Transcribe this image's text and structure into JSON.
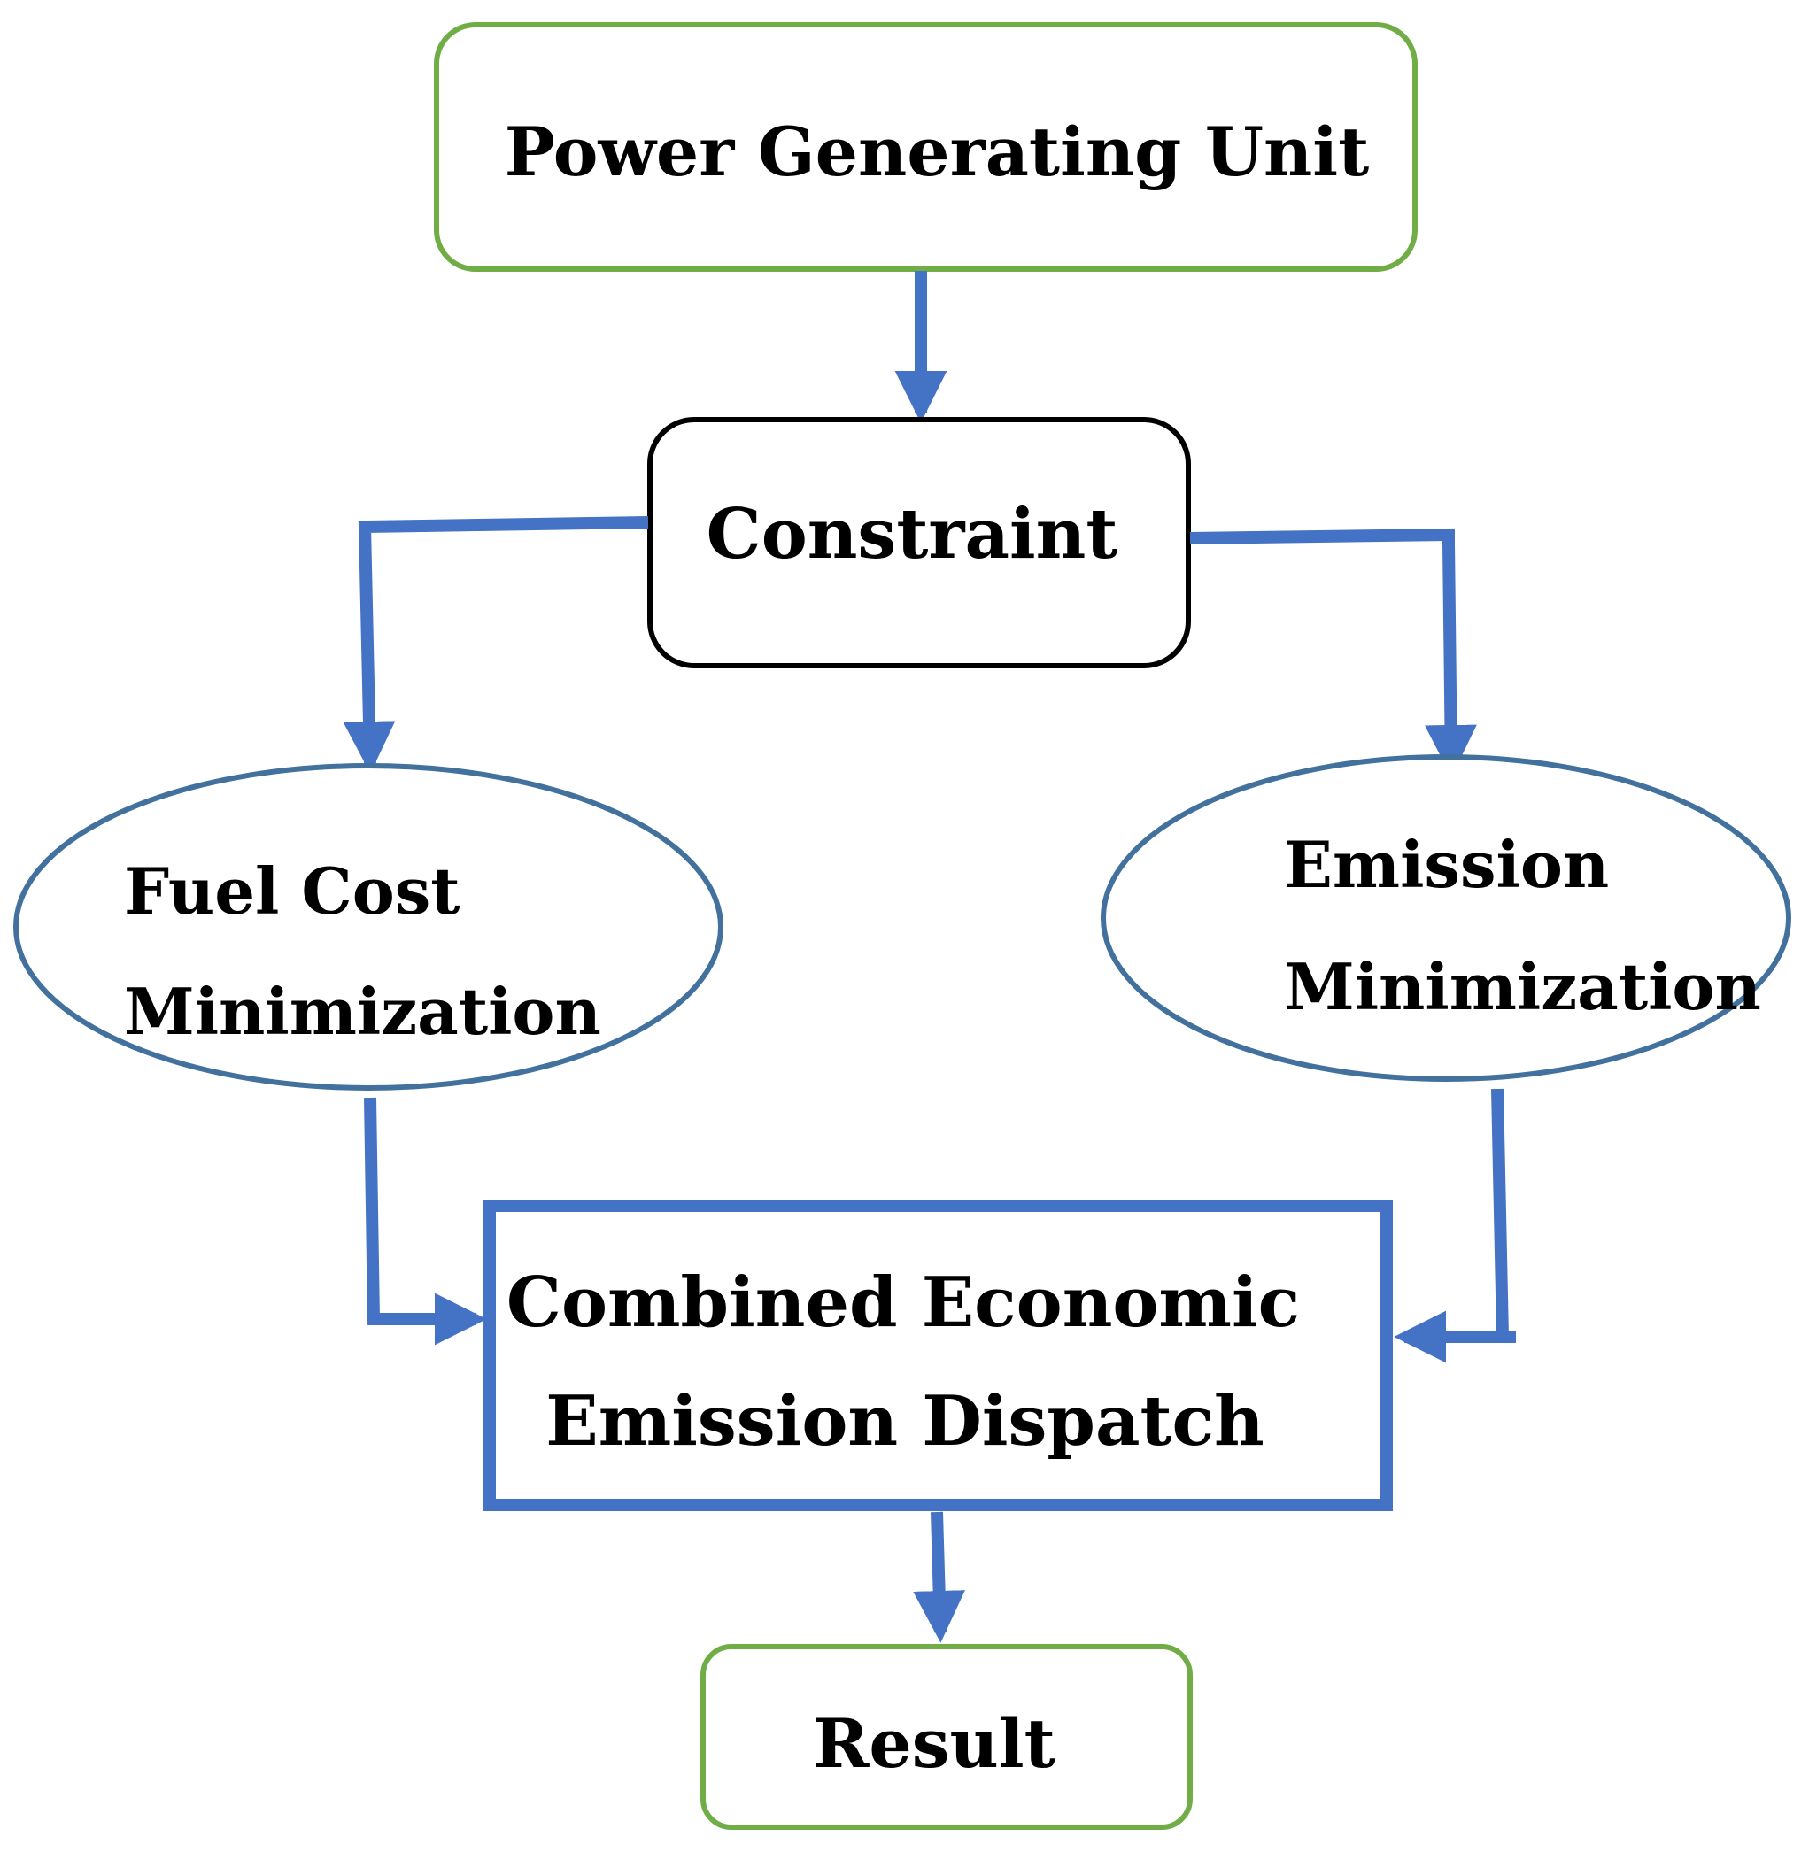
{
  "colors": {
    "arrow": "#4472C4",
    "green_border": "#70AD47",
    "black_border": "#000000",
    "ellipse_border": "#41719C",
    "text": "#000000",
    "background": "#ffffff"
  },
  "nodes": {
    "power_generating_unit": {
      "label": "Power Generating Unit"
    },
    "constraint": {
      "label": "Constraint"
    },
    "fuel_cost": {
      "line1": "Fuel Cost",
      "line2": "Minimization"
    },
    "emission": {
      "line1": "Emission",
      "line2": "Minimization"
    },
    "ceed": {
      "line1": "Combined Economic",
      "line2": "Emission Dispatch"
    },
    "result": {
      "label": "Result"
    }
  }
}
